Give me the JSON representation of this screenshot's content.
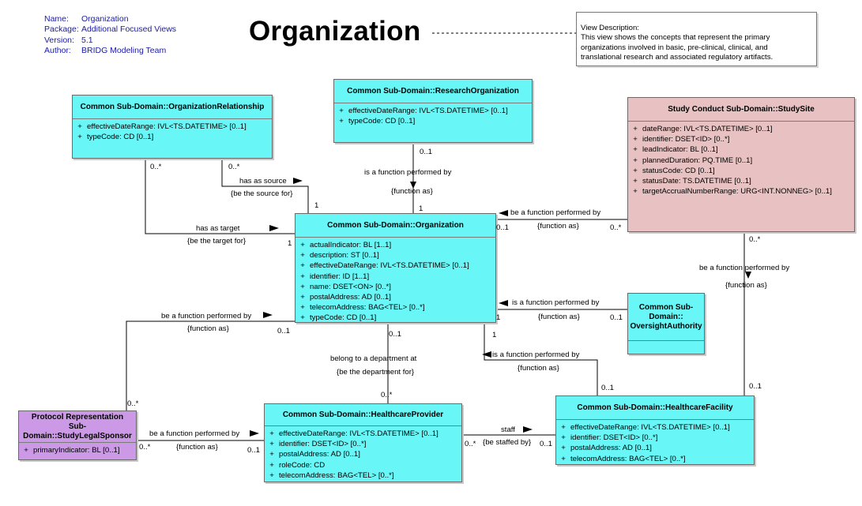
{
  "meta": {
    "name_key": "Name:",
    "name_val": "Organization",
    "package_key": "Package:",
    "package_val": "Additional Focused Views",
    "version_key": "Version:",
    "version_val": "5.1",
    "author_key": "Author:",
    "author_val": "BRIDG Modeling Team"
  },
  "title": "Organization",
  "note": {
    "line1": "View Description:",
    "line2": "This view shows the concepts that represent the primary",
    "line3": "organizations involved in basic, pre-clinical, clinical, and",
    "line4": "translational research and associated regulatory artifacts."
  },
  "colors": {
    "cyan": "#68f6f6",
    "pink": "#e8c2c2",
    "purple": "#cc99e6"
  },
  "classes": {
    "org_relationship": {
      "name": "Common Sub-Domain::OrganizationRelationship",
      "attrs": [
        {
          "vis": "+",
          "text": "effectiveDateRange: IVL<TS.DATETIME> [0..1]"
        },
        {
          "vis": "+",
          "text": "typeCode: CD [0..1]"
        }
      ]
    },
    "research_org": {
      "name": "Common Sub-Domain::ResearchOrganization",
      "attrs": [
        {
          "vis": "+",
          "text": "effectiveDateRange: IVL<TS.DATETIME> [0..1]"
        },
        {
          "vis": "+",
          "text": "typeCode: CD [0..1]"
        }
      ]
    },
    "study_site": {
      "name": "Study Conduct Sub-Domain::StudySite",
      "attrs": [
        {
          "vis": "+",
          "text": "dateRange: IVL<TS.DATETIME> [0..1]"
        },
        {
          "vis": "+",
          "text": "identifier: DSET<ID> [0..*]"
        },
        {
          "vis": "+",
          "text": "leadIndicator: BL [0..1]"
        },
        {
          "vis": "+",
          "text": "plannedDuration: PQ.TIME [0..1]"
        },
        {
          "vis": "+",
          "text": "statusCode: CD [0..1]"
        },
        {
          "vis": "+",
          "text": "statusDate: TS.DATETIME [0..1]"
        },
        {
          "vis": "+",
          "text": "targetAccrualNumberRange: URG<INT.NONNEG> [0..1]"
        }
      ]
    },
    "organization": {
      "name": "Common Sub-Domain::Organization",
      "attrs": [
        {
          "vis": "+",
          "text": "actualIndicator: BL [1..1]"
        },
        {
          "vis": "+",
          "text": "description: ST [0..1]"
        },
        {
          "vis": "+",
          "text": "effectiveDateRange: IVL<TS.DATETIME> [0..1]"
        },
        {
          "vis": "+",
          "text": "identifier: ID [1..1]"
        },
        {
          "vis": "+",
          "text": "name: DSET<ON> [0..*]"
        },
        {
          "vis": "+",
          "text": "postalAddress: AD [0..1]"
        },
        {
          "vis": "+",
          "text": "telecomAddress: BAG<TEL> [0..*]"
        },
        {
          "vis": "+",
          "text": "typeCode: CD [0..1]"
        }
      ]
    },
    "oversight": {
      "line1": "Common Sub-",
      "line2": "Domain::",
      "line3": "OversightAuthority"
    },
    "legal_sponsor": {
      "line1": "Protocol Representation Sub-",
      "line2": "Domain::StudyLegalSponsor",
      "attrs": [
        {
          "vis": "+",
          "text": "primaryIndicator: BL [0..1]"
        }
      ]
    },
    "healthcare_provider": {
      "name": "Common Sub-Domain::HealthcareProvider",
      "attrs": [
        {
          "vis": "+",
          "text": "effectiveDateRange: IVL<TS.DATETIME> [0..1]"
        },
        {
          "vis": "+",
          "text": "identifier: DSET<ID> [0..*]"
        },
        {
          "vis": "+",
          "text": "postalAddress: AD [0..1]"
        },
        {
          "vis": "+",
          "text": "roleCode: CD"
        },
        {
          "vis": "+",
          "text": "telecomAddress: BAG<TEL> [0..*]"
        }
      ]
    },
    "healthcare_facility": {
      "name": "Common Sub-Domain::HealthcareFacility",
      "attrs": [
        {
          "vis": "+",
          "text": "effectiveDateRange: IVL<TS.DATETIME> [0..1]"
        },
        {
          "vis": "+",
          "text": "identifier: DSET<ID> [0..*]"
        },
        {
          "vis": "+",
          "text": "postalAddress: AD [0..1]"
        },
        {
          "vis": "+",
          "text": "telecomAddress: BAG<TEL> [0..*]"
        }
      ]
    }
  },
  "labels": {
    "rel_src_mult": "0..*",
    "rel_tgt_mult": "0..*",
    "has_as_source": "has as source",
    "be_source_for": "{be the source for}",
    "src_org_mult": "1",
    "has_as_target": "has as target",
    "be_target_for": "{be the target for}",
    "tgt_org_mult": "1",
    "ro_mult": "0..1",
    "ro_func": "is a function performed by",
    "ro_func_as": "{function as}",
    "ro_org_mult": "1",
    "ss_func": "be a function performed by",
    "ss_func_as": "{function as}",
    "ss_org_mult": "0..1",
    "ss_mult": "0..*",
    "ss_hf_mult": "0..*",
    "ss_hf_func": "be a function performed by",
    "ss_hf_func_as": "{function as}",
    "hf_ss_mult": "0..1",
    "oa_func": "is a function performed by",
    "oa_func_as": "{function as}",
    "oa_org_mult": "1",
    "oa_mult": "0..1",
    "hf_func": "is a function performed by",
    "hf_func_as": "{function as}",
    "hf_org_mult": "1",
    "hf_mult": "0..1",
    "lsp_func": "be a function performed by",
    "lsp_func_as": "{function as}",
    "lsp_org_mult": "0..1",
    "lsp_mult": "0..*",
    "hp_belong": "belong to a department at",
    "hp_be_dept": "{be the department for}",
    "hp_org_mult": "0..1",
    "hp_mult": "0..*",
    "lsp_hp_func": "be a function performed by",
    "lsp_hp_func_as": "{function as}",
    "lsp_hp_mult": "0..*",
    "hp_lsp_mult": "0..1",
    "staff": "staff",
    "staffed_by": "{be staffed by}",
    "hp_staff_mult": "0..*",
    "hf_staff_mult": "0..1"
  }
}
